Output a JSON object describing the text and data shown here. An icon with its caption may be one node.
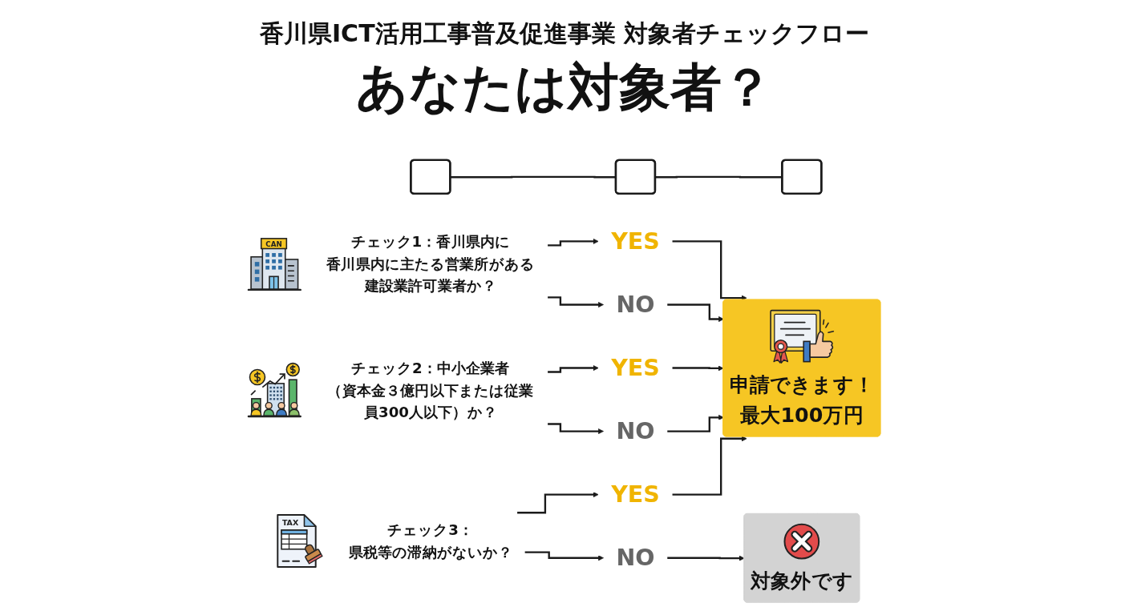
{
  "diagram": {
    "title": "香川県ICT活用工事普及促進事業 対象者チェックフロー",
    "nodes": [
      {
        "text": [],
        "shape": "box"
      },
      {
        "text": [
          "チェック1：香川県内に",
          "香川県内に主たる営業所がある建設業許可業者か？"
        ]
      },
      {
        "text": [
          "YES"
        ]
      },
      {
        "text": [
          "NO"
        ]
      },
      {
        "text": [],
        "shape": "box"
      },
      {
        "text": [
          "チェック2：中小企業者",
          "（資本金３億円以下または従業員300人以下）か？"
        ]
      },
      {
        "text": [
          "YES"
        ]
      },
      {
        "text": [
          "NO"
        ]
      },
      {
        "text": [],
        "shape": "box"
      },
      {
        "text": [
          "チェック3：",
          "県税等の滞納がないか？"
        ]
      },
      {
        "text": [
          "YES"
        ]
      },
      {
        "text": [
          "NO"
        ]
      },
      {
        "text": [
          "申請できます！",
          "最大100万円"
        ]
      },
      {
        "text": [
          "対象外です"
        ]
      }
    ],
    "edges": [
      {
        "from": 0,
        "to": 4,
        "arrow": "none"
      },
      {
        "from": 4,
        "to": 8,
        "arrow": "none"
      },
      {
        "from": 1,
        "to": 2,
        "arrow": "to"
      },
      {
        "from": 1,
        "to": 3,
        "arrow": "to"
      },
      {
        "from": 5,
        "to": 6,
        "arrow": "to"
      },
      {
        "from": 5,
        "to": 7,
        "arrow": "to"
      },
      {
        "from": 9,
        "to": 10,
        "arrow": "to"
      },
      {
        "from": 9,
        "to": 11,
        "arrow": "to"
      },
      {
        "from": 2,
        "to": 12,
        "arrow": "to"
      },
      {
        "from": 3,
        "to": 12,
        "arrow": "to"
      },
      {
        "from": 6,
        "to": 12,
        "arrow": "to"
      },
      {
        "from": 7,
        "to": 12,
        "arrow": "to"
      },
      {
        "from": 10,
        "to": 12,
        "arrow": "to"
      },
      {
        "from": 11,
        "to": 13,
        "arrow": "to"
      }
    ],
    "labels": [
      "あなたは対象者？",
      "CAN",
      "TAX"
    ]
  }
}
